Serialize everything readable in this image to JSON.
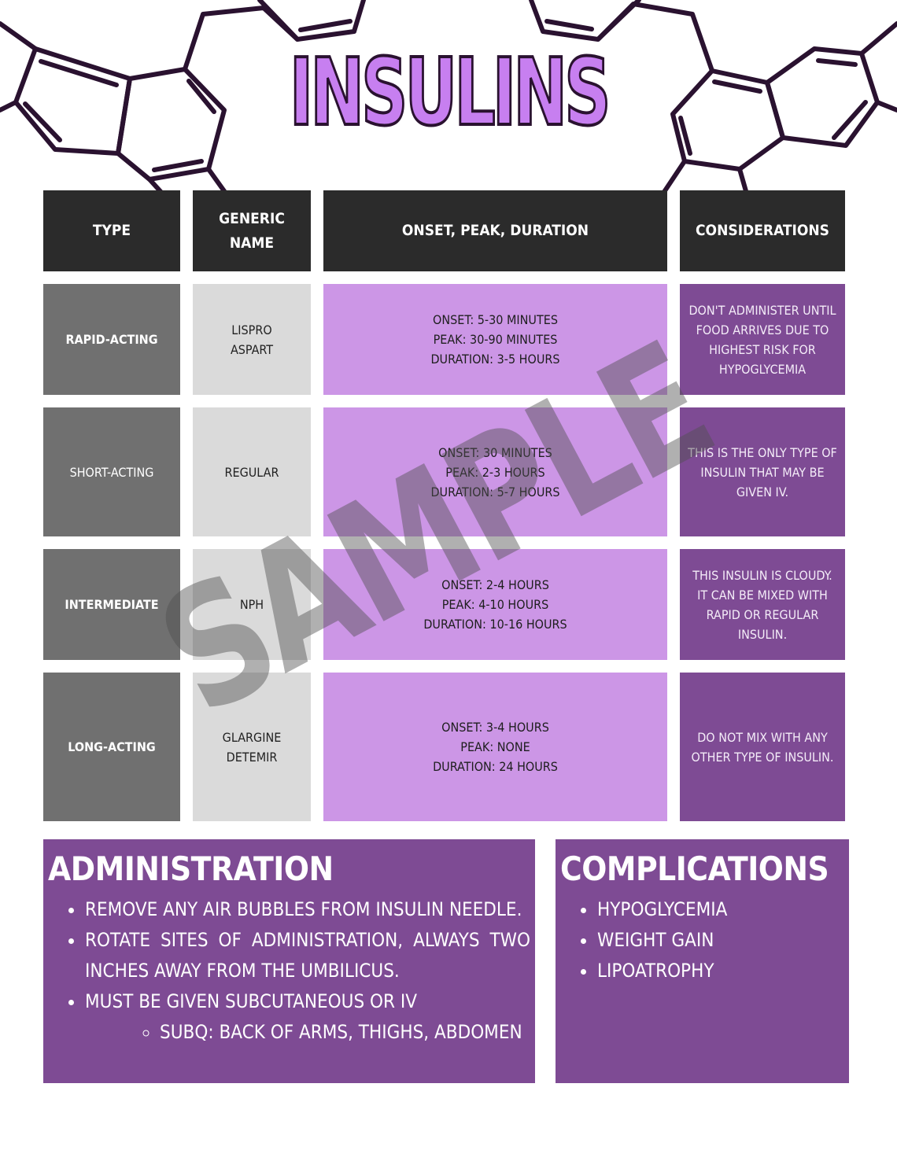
{
  "title": "INSULINS",
  "watermark": "SAMPLE",
  "table": {
    "headers": {
      "type": "TYPE",
      "generic": [
        "GENERIC",
        "NAME"
      ],
      "opd": "ONSET, PEAK, DURATION",
      "considerations": "CONSIDERATIONS"
    },
    "rows": [
      {
        "type": "RAPID-ACTING",
        "generic": [
          "LISPRO",
          "ASPART"
        ],
        "opd": [
          "ONSET: 5-30 MINUTES",
          "PEAK: 30-90 MINUTES",
          "DURATION: 3-5 HOURS"
        ],
        "considerations": [
          "DON'T ADMINISTER UNTIL",
          "FOOD ARRIVES DUE TO",
          "HIGHEST RISK FOR",
          "HYPOGLYCEMIA"
        ]
      },
      {
        "type": "SHORT-ACTING",
        "generic": [
          "REGULAR"
        ],
        "opd": [
          "ONSET: 30 MINUTES",
          "PEAK: 2-3 HOURS",
          "DURATION: 5-7 HOURS"
        ],
        "considerations": [
          "THIS IS THE ONLY TYPE OF",
          "INSULIN THAT MAY BE",
          "GIVEN IV."
        ]
      },
      {
        "type": "INTERMEDIATE",
        "generic": [
          "NPH"
        ],
        "opd": [
          "ONSET: 2-4 HOURS",
          "PEAK: 4-10 HOURS",
          "DURATION: 10-16 HOURS"
        ],
        "considerations": [
          "THIS INSULIN IS CLOUDY.",
          "IT CAN BE MIXED WITH",
          "RAPID OR REGULAR",
          "INSULIN."
        ]
      },
      {
        "type": "LONG-ACTING",
        "generic": [
          "GLARGINE",
          "DETEMIR"
        ],
        "opd": [
          "ONSET: 3-4 HOURS",
          "PEAK: NONE",
          "DURATION: 24 HOURS"
        ],
        "considerations": [
          "DO NOT MIX WITH ANY",
          "OTHER TYPE OF INSULIN."
        ]
      }
    ]
  },
  "administration": {
    "heading": "ADMINISTRATION",
    "items": [
      "REMOVE ANY AIR BUBBLES FROM INSULIN NEEDLE.",
      "ROTATE SITES OF ADMINISTRATION, ALWAYS TWO INCHES AWAY FROM THE UMBILICUS.",
      "MUST BE GIVEN SUBCUTANEOUS OR IV"
    ],
    "subitems": [
      "SUBQ: BACK OF ARMS, THIGHS, ABDOMEN"
    ]
  },
  "complications": {
    "heading": "COMPLICATIONS",
    "items": [
      "HYPOGLYCEMIA",
      "WEIGHT GAIN",
      "LIPOATROPHY"
    ]
  },
  "colors": {
    "header_bg": "#2b2b2b",
    "type_bg": "#707070",
    "generic_bg": "#dadada",
    "opd_bg": "#cc96e6",
    "considerations_bg": "#7e4b94",
    "title_fill": "#c77ff0",
    "molecule_stroke": "#2a1230"
  }
}
